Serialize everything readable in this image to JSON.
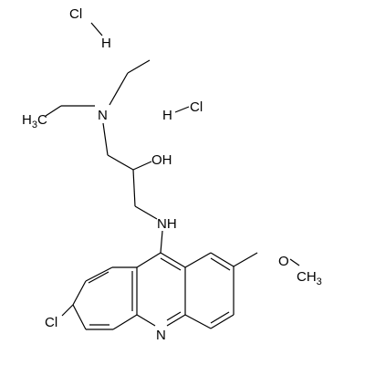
{
  "molecule": {
    "labels": {
      "hcl_top_cl": "Cl",
      "hcl_top_h": "H",
      "hcl_right_h": "H",
      "hcl_right_cl": "Cl",
      "methyl_c": "C",
      "methyl_h": "H",
      "methyl_sub": "3",
      "n_amine": "N",
      "hydroxyl": "OH",
      "nh_n": "N",
      "nh_h": "H",
      "methoxy_o": "O",
      "methoxy_ch": "CH",
      "methoxy_sub": "3",
      "chloro": "Cl",
      "ring_n": "N"
    }
  }
}
